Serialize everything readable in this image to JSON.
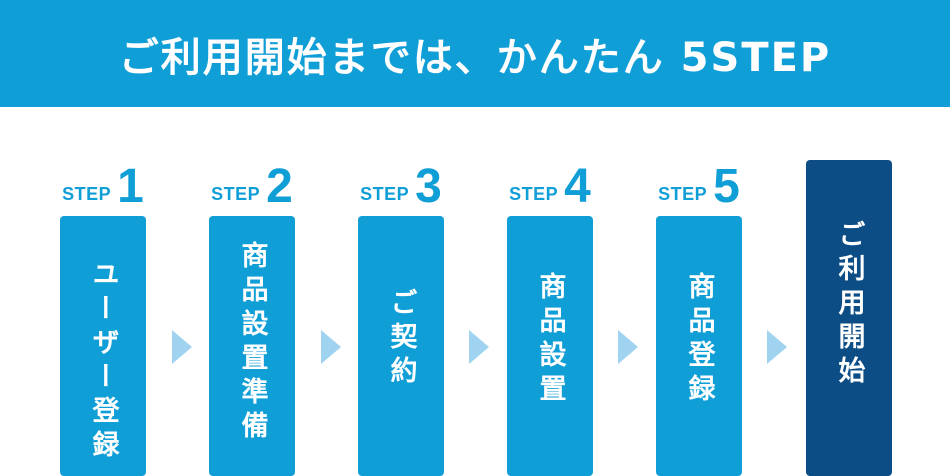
{
  "banner": {
    "title": "ご利用開始までは、かんたん 5STEP"
  },
  "colors": {
    "primary": "#109ed7",
    "final": "#0c4d85",
    "arrow": "#9fd3ef",
    "text_on_box": "#ffffff"
  },
  "steps": [
    {
      "word": "STEP",
      "num": "1",
      "text": "ユーザー登録"
    },
    {
      "word": "STEP",
      "num": "2",
      "text": "商品設置準備"
    },
    {
      "word": "STEP",
      "num": "3",
      "text": "ご契約"
    },
    {
      "word": "STEP",
      "num": "4",
      "text": "商品設置"
    },
    {
      "word": "STEP",
      "num": "5",
      "text": "商品登録"
    }
  ],
  "final": {
    "text": "ご利用開始"
  }
}
